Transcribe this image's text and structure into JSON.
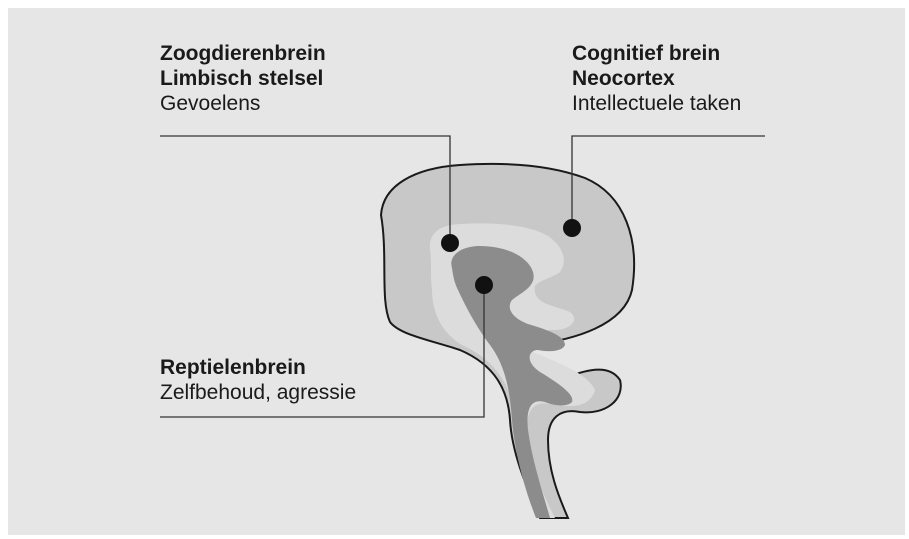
{
  "colors": {
    "background": "#e6e6e6",
    "outer_brain": "#c8c8c8",
    "limbic": "#dcdcdc",
    "reptilian": "#8c8c8c",
    "outline": "#1a1a1a",
    "dot": "#111111"
  },
  "labels": {
    "mammal": {
      "line1": "Zoogdierenbrein",
      "line2": "Limbisch stelsel",
      "desc": "Gevoelens"
    },
    "cognitive": {
      "line1": "Cognitief brein",
      "line2": "Neocortex",
      "desc": "Intellectuele taken"
    },
    "reptile": {
      "line1": "Reptielenbrein",
      "desc": "Zelfbehoud, agressie"
    }
  }
}
